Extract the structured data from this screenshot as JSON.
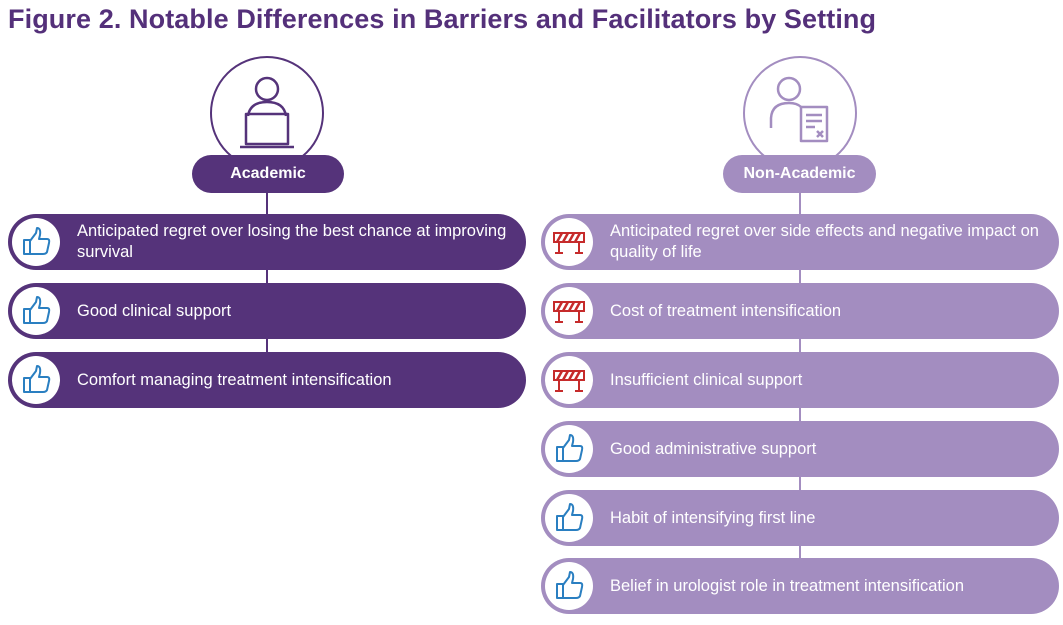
{
  "title": "Figure 2. Notable Differences in Barriers and Facilitators by Setting",
  "colors": {
    "title": "#54307a",
    "academic": "#55337a",
    "nonacademic": "#a38dc0",
    "facilitator_icon": "#2a7fc1",
    "barrier_icon": "#c62b2b"
  },
  "academic": {
    "label": "Academic",
    "avatar_icon": "person-at-laptop-icon",
    "items": [
      {
        "type": "facilitator",
        "icon": "thumbs-up-icon",
        "text": "Anticipated regret over losing the best chance at improving survival"
      },
      {
        "type": "facilitator",
        "icon": "thumbs-up-icon",
        "text": "Good clinical support"
      },
      {
        "type": "facilitator",
        "icon": "thumbs-up-icon",
        "text": "Comfort managing treatment intensification"
      }
    ]
  },
  "nonacademic": {
    "label": "Non-Academic",
    "avatar_icon": "person-with-document-icon",
    "items": [
      {
        "type": "barrier",
        "icon": "barricade-icon",
        "text": "Anticipated regret over side effects and negative impact on quality of life"
      },
      {
        "type": "barrier",
        "icon": "barricade-icon",
        "text": "Cost of treatment intensification"
      },
      {
        "type": "barrier",
        "icon": "barricade-icon",
        "text": "Insufficient clinical support"
      },
      {
        "type": "facilitator",
        "icon": "thumbs-up-icon",
        "text": "Good administrative support"
      },
      {
        "type": "facilitator",
        "icon": "thumbs-up-icon",
        "text": "Habit of intensifying first line"
      },
      {
        "type": "facilitator",
        "icon": "thumbs-up-icon",
        "text": "Belief in urologist role in treatment intensification"
      }
    ]
  }
}
